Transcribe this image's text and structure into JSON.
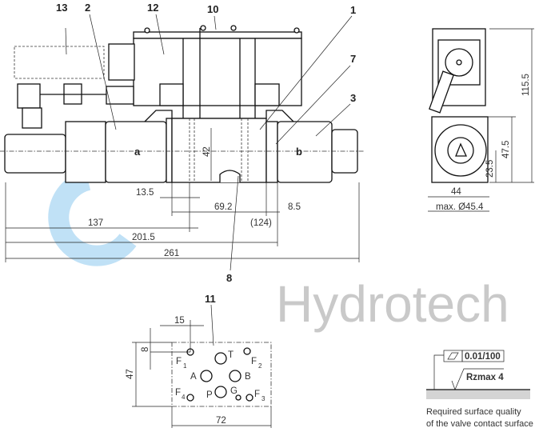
{
  "watermark": {
    "text": "Hydrotech",
    "colors": {
      "ring": "#6ab3e3",
      "text": "#c4c4c4"
    }
  },
  "callouts": [
    "13",
    "2",
    "12",
    "10",
    "1",
    "7",
    "3",
    "8",
    "11"
  ],
  "side_labels": {
    "a": "a",
    "b": "b"
  },
  "front_view_dims": {
    "d42": "42",
    "d13_5": "13.5",
    "d69_2": "69.2",
    "d8_5": "8.5",
    "d124": "(124)",
    "d137": "137",
    "d201_5": "201.5",
    "d261": "261"
  },
  "side_view_dims": {
    "d115_5": "115.5",
    "d47_5": "47.5",
    "d23_5": "23.5",
    "d44": "44",
    "dmax": "max. Ø45.4"
  },
  "port_pattern": {
    "d15": "15",
    "d8": "8",
    "d47": "47",
    "d72": "72",
    "ports": [
      "A",
      "B",
      "P",
      "T",
      "G"
    ],
    "f1": "F",
    "f2": "F",
    "f3": "F",
    "f4": "F",
    "s1": "1",
    "s2": "2",
    "s3": "3",
    "s4": "4"
  },
  "surface": {
    "flatness": "0.01/100",
    "roughness": "Rzmax 4",
    "caption_1": "Required surface quality",
    "caption_2": "of the valve contact surface"
  }
}
